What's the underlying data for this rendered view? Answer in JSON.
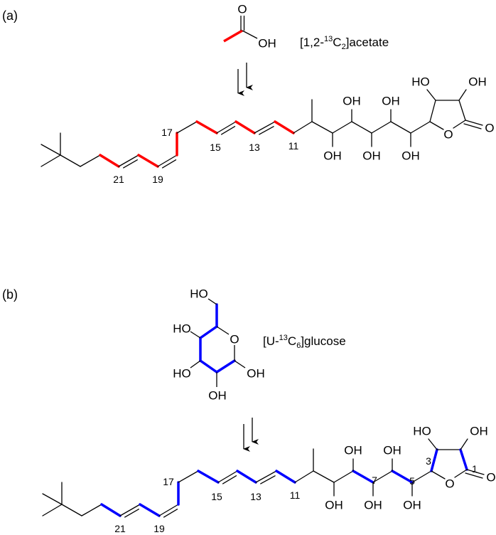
{
  "panels": [
    {
      "label": "(a)",
      "precursor": {
        "name_prefix": "[1,2-",
        "name_sup": "13",
        "name_mid": "C",
        "name_sub": "2",
        "name_suffix": "]acetate"
      },
      "highlight_color": "#ff0000",
      "numbers": [
        "21",
        "19",
        "17",
        "15",
        "13",
        "11"
      ]
    },
    {
      "label": "(b)",
      "precursor": {
        "name_prefix": "[U-",
        "name_sup": "13",
        "name_mid": "C",
        "name_sub": "6",
        "name_suffix": "]glucose"
      },
      "highlight_color": "#0000ff",
      "numbers": [
        "21",
        "19",
        "17",
        "15",
        "13",
        "11",
        "7",
        "5",
        "3",
        "1"
      ]
    }
  ],
  "atoms": {
    "oh": "OH",
    "ho": "HO",
    "o": "O"
  }
}
